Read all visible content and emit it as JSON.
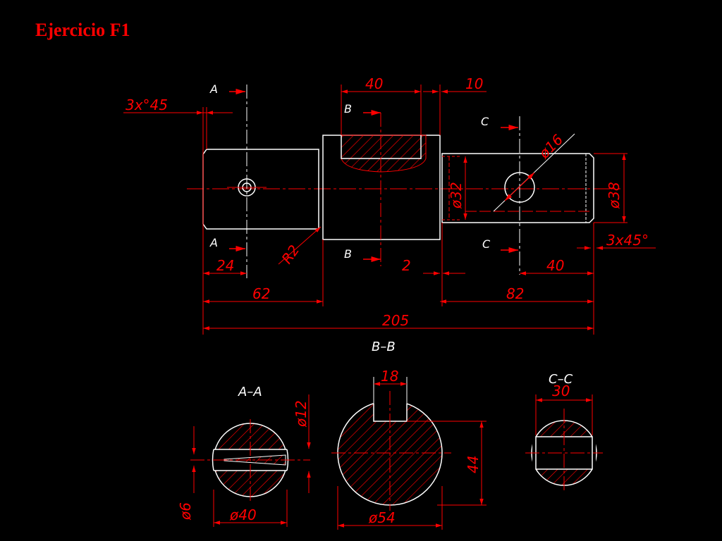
{
  "title": "Ejercicio F1",
  "colors": {
    "background": "#000000",
    "outline": "#ffffff",
    "annotation": "#ff0000"
  },
  "drawing": {
    "dimensions": {
      "chamfer_left": "3x°45",
      "keyway_length": "40",
      "step": "10",
      "d_hole": "ø16",
      "d_32": "ø32",
      "d_38": "ø38",
      "chamfer_right": "3x45°",
      "radius": "R2",
      "len_24": "24",
      "len_62": "62",
      "len_2": "2",
      "len_40": "40",
      "len_82": "82",
      "len_205": "205"
    },
    "section_letters": {
      "a": "A",
      "b": "B",
      "c": "C"
    },
    "sections": {
      "aa": {
        "label": "A–A",
        "d_pin": "ø12",
        "d_slot": "ø6",
        "d_shaft": "ø40"
      },
      "bb": {
        "label": "B–B",
        "key_width": "18",
        "height": "44",
        "d_shaft": "ø54"
      },
      "cc": {
        "label": "C–C",
        "flat": "30"
      }
    }
  }
}
